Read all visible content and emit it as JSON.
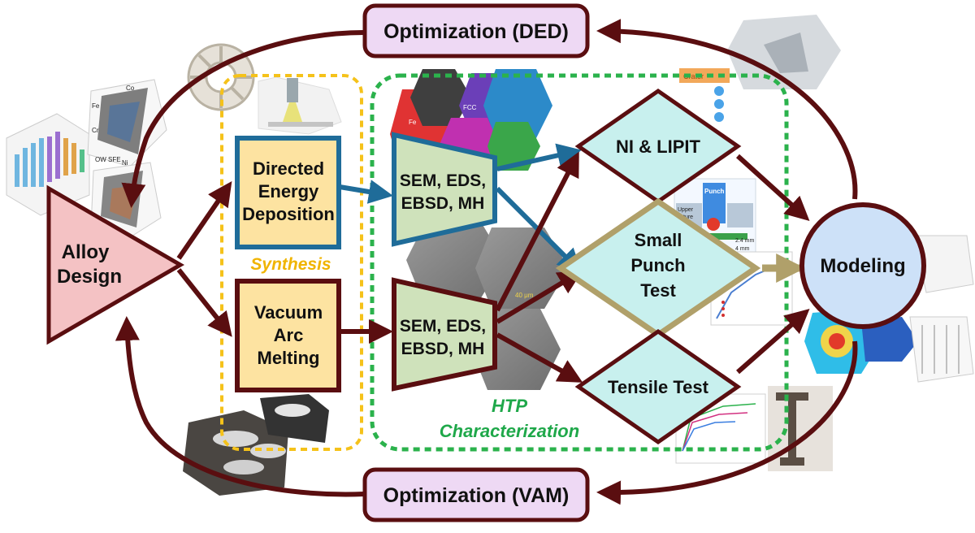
{
  "optimization_top": {
    "label": "Optimization (DED)"
  },
  "optimization_bottom": {
    "label": "Optimization (VAM)"
  },
  "alloy_design": {
    "line1": "Alloy",
    "line2": "Design"
  },
  "synthesis": {
    "label": "Synthesis",
    "ded": {
      "line1": "Directed",
      "line2": "Energy",
      "line3": "Deposition"
    },
    "vam": {
      "line1": "Vacuum",
      "line2": "Arc",
      "line3": "Melting"
    }
  },
  "characterization": {
    "label_line1": "HTP",
    "label_line2": "Characterization",
    "sem_top": {
      "line1": "SEM, EDS,",
      "line2": "EBSD, MH"
    },
    "sem_bottom": {
      "line1": "SEM, EDS,",
      "line2": "EBSD, MH"
    }
  },
  "tests": {
    "ni_lipit": "NI & LIPIT",
    "small_punch": {
      "line1": "Small",
      "line2": "Punch",
      "line3": "Test"
    },
    "tensile": "Tensile Test"
  },
  "modeling": {
    "label": "Modeling"
  },
  "image_labels": {
    "crater": "Crater",
    "punch": "Punch",
    "upper_fixture_1": "Upper",
    "upper_fixture_2": "fixture",
    "dim_24": "2.4 mm",
    "dim_4": "4 mm",
    "scale_40um": "40 μm",
    "ebsd_fe": "Fe",
    "ebsd_cr": "Cr",
    "ebsd_co": "Co",
    "ebsd_ni": "Ni",
    "ebsd_low_sfe": "OW SFE",
    "ebsd_fcc": "FCC"
  },
  "colors": {
    "dark_red": "#5a0e10",
    "pink_fill": "#f4c2c4",
    "lavender_fill": "#eed9f4",
    "yellow_fill": "#fde3a1",
    "yellow_dash": "#f5c21a",
    "green_dash": "#2bb24c",
    "blue_edge": "#1f6c99",
    "sem_fill": "#cfe2bb",
    "teal_fill": "#c8f0ee",
    "tan_edge": "#b0a06a",
    "modeling_fill": "#cde1f8"
  }
}
